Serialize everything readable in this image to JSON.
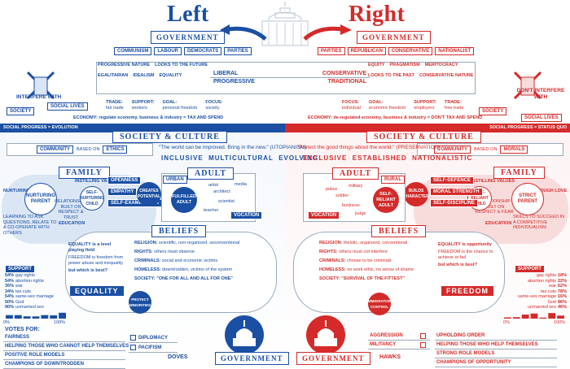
{
  "titles": {
    "left": "Left",
    "right": "Right"
  },
  "government": "GOVERNMENT",
  "left_parties": [
    "COMMUNISM",
    "LABOUR",
    "DEMOCRATS",
    "PARTIES"
  ],
  "right_parties": [
    "PARTIES",
    "REPUBLICAN",
    "CONSERVATIVE",
    "NATIONALIST"
  ],
  "left_traits": [
    "PROGRESSIVE NATURE",
    "LOOKS TO THE FUTURE",
    "EGALITARIAN",
    "IDEALISM",
    "EQUALITY"
  ],
  "right_traits": [
    "EQUITY",
    "PRAGMATISM",
    "MERITOCRACY",
    "LOOKS TO THE PAST",
    "CONSERVATIVE NATURE"
  ],
  "spectrum": {
    "liberal": "LIBERAL",
    "conservative": "CONSERVATIVE",
    "progressive": "PROGRESSIVE",
    "traditional": "TRADITIONAL"
  },
  "left_focus": {
    "trade": "TRADE:",
    "trade_v": "fair trade",
    "support": "SUPPORT:",
    "support_v": "workers",
    "goal": "GOAL:",
    "goal_v": "personal freedom",
    "focus": "FOCUS:",
    "focus_v": "society"
  },
  "right_focus": {
    "focus": "FOCUS:",
    "focus_v": "individual",
    "goal": "GOAL:",
    "goal_v": "economic freedom",
    "support": "SUPPORT:",
    "support_v": "employers",
    "trade": "TRADE:",
    "trade_v": "free trade"
  },
  "economy_left": "ECONOMY: regulate economy, business & industry = TAX AND SPEND",
  "economy_right": "ECONOMY: de-regulated economy, business & industry = DON'T TAX AND SPEND",
  "interfere_left": "INTERFERE WITH",
  "interfere_right": "DON'T INTERFERE WITH",
  "society": "SOCIETY",
  "social_lives": "SOCIAL LIVES",
  "social_progress_left": "SOCIAL PROGRESS = EVOLUTION",
  "social_progress_right": "SOCIAL PROGRESS = STATUS QUO",
  "society_culture": "SOCIETY & CULTURE",
  "community_left": "COMMUNITY",
  "based_on": "BASED ON",
  "ethics": "ETHICS",
  "community_right": "COMMUNITY",
  "morals": "MORALS",
  "quote_left": "\"The world can be improved. Bring in the new.\" (UTOPIANISM)",
  "quote_right": "\"Protect the good things about the world.\" (PRESERVATION)",
  "values_left": "INCLUSIVE  MULTICULTURAL  EVOLVING",
  "values_right": "EXCLUSIVE  ESTABLISHED  NATIONALISTIC",
  "family": "FAMILY",
  "adult": "ADULT",
  "urban": "URBAN",
  "rural": "RURAL",
  "left_family": [
    "NURTURING LOVE",
    "NURTURING PARENT",
    "RELATIONSHIP BUILT ON RESPECT & TRUST",
    "INSTILLING VALUES",
    "SELF-NURTURING CHILD",
    "OPENNESS",
    "EMPATHY",
    "SELF-EXAMINATION",
    "CREATES POTENTIAL",
    "EDUCATION",
    "LEARNING TO ASK QUESTIONS, RELATE TO & CO-OPERATE WITH OTHERS"
  ],
  "right_family": [
    "TOUGH LOVE",
    "STRICT PARENT",
    "RELATIONSHIP BUILT ON RESPECT & FEAR",
    "INSTILLING VALUES",
    "SELF-RELIANT CHILD",
    "SELF-DEFENCE",
    "MORAL STRENGTH",
    "SELF-DISCIPLINE",
    "BUILDS CHARACTER",
    "EDUCATION",
    "SKILLS TO SUCCEED IN A COMPETITIVE INDIVIDUALISM"
  ],
  "fulfilled_adult": "FULFILLED ADULT",
  "self_reliant_adult": "SELF-RELIANT ADULT",
  "left_jobs": [
    "artist",
    "architect",
    "media",
    "scientist",
    "teacher",
    "VOCATION"
  ],
  "right_jobs": [
    "police",
    "soldier",
    "military",
    "business",
    "judge",
    "VOCATION"
  ],
  "beliefs": "BELIEFS",
  "left_beliefs": [
    {
      "k": "RELIGION:",
      "v": "scientific, non-organized, unconventional"
    },
    {
      "k": "RIGHTS:",
      "v": "others must observe"
    },
    {
      "k": "CRIMINALS:",
      "v": "social and economic victims"
    },
    {
      "k": "HOMELESS:",
      "v": "downtrodden, victims of the system"
    },
    {
      "k": "SOCIETY:",
      "v": "\"ONE FOR ALL AND ALL FOR ONE\""
    }
  ],
  "right_beliefs": [
    {
      "k": "RELIGION:",
      "v": "theistic, organized, conventional"
    },
    {
      "k": "RIGHTS:",
      "v": "others must not interfere"
    },
    {
      "k": "CRIMINALS:",
      "v": "choose to be criminals"
    },
    {
      "k": "HOMELESS:",
      "v": "no work ethic, no sense of shame"
    },
    {
      "k": "SOCIETY:",
      "v": "\"SURVIVAL OF THE FITTEST\""
    }
  ],
  "equality_text": [
    "EQUALITY is a level playing field",
    "FREEDOM is freedom from power abuse and inequality",
    "but which is best?"
  ],
  "equality": "EQUALITY",
  "freedom_text": [
    "EQUALITY is opportunity",
    "FREEDOM is the chance to achieve or fail",
    "but which is best?"
  ],
  "freedom": "FREEDOM",
  "protect_minorities": "PROTECT MINORITIES",
  "immigration_control": "IMMIGRATION CONTROL",
  "support": "SUPPORT",
  "left_support": [
    {
      "p": "54%",
      "t": "gay rights"
    },
    {
      "p": "54%",
      "t": "abortion rights"
    },
    {
      "p": "35%",
      "t": "war"
    },
    {
      "p": "34%",
      "t": "tax cuts"
    },
    {
      "p": "54%",
      "t": "same-sex marriage"
    },
    {
      "p": "50%",
      "t": "God"
    },
    {
      "p": "90%",
      "t": "unmarried sex"
    }
  ],
  "right_support": [
    {
      "p": "18%",
      "t": "gay rights"
    },
    {
      "p": "22%",
      "t": "abortion rights"
    },
    {
      "p": "62%",
      "t": "war"
    },
    {
      "p": "78%",
      "t": "tax cuts"
    },
    {
      "p": "16%",
      "t": "same-sex marriage"
    },
    {
      "p": "86%",
      "t": "God"
    },
    {
      "p": "46%",
      "t": "unmarried sex"
    }
  ],
  "axis": {
    "zero": "0%",
    "hundred": "100%"
  },
  "votes_for": "VOTES FOR:",
  "left_votes": [
    "FAIRNESS",
    "HELPING THOSE WHO CANNOT HELP THEMSELVES",
    "POSITIVE ROLE MODELS",
    "CHAMPIONS OF DOWNTRODDEN"
  ],
  "left_votes2": [
    "DIPLOMACY",
    "PACIFISM"
  ],
  "right_votes": [
    "AGGRESSION",
    "MILITANCY"
  ],
  "right_votes2": [
    "UPHOLDING ORDER",
    "HELPING THOSE WHO HELP THEMSELVES",
    "STRONG ROLE MODELS",
    "CHAMPIONS OF OPPORTUNITY"
  ],
  "doves": "DOVES",
  "hawks": "HAWKS",
  "colors": {
    "blue": "#1a4fa3",
    "red": "#d42a2a",
    "lightblue": "#dbe6f5",
    "lightred": "#f8dcdc"
  }
}
